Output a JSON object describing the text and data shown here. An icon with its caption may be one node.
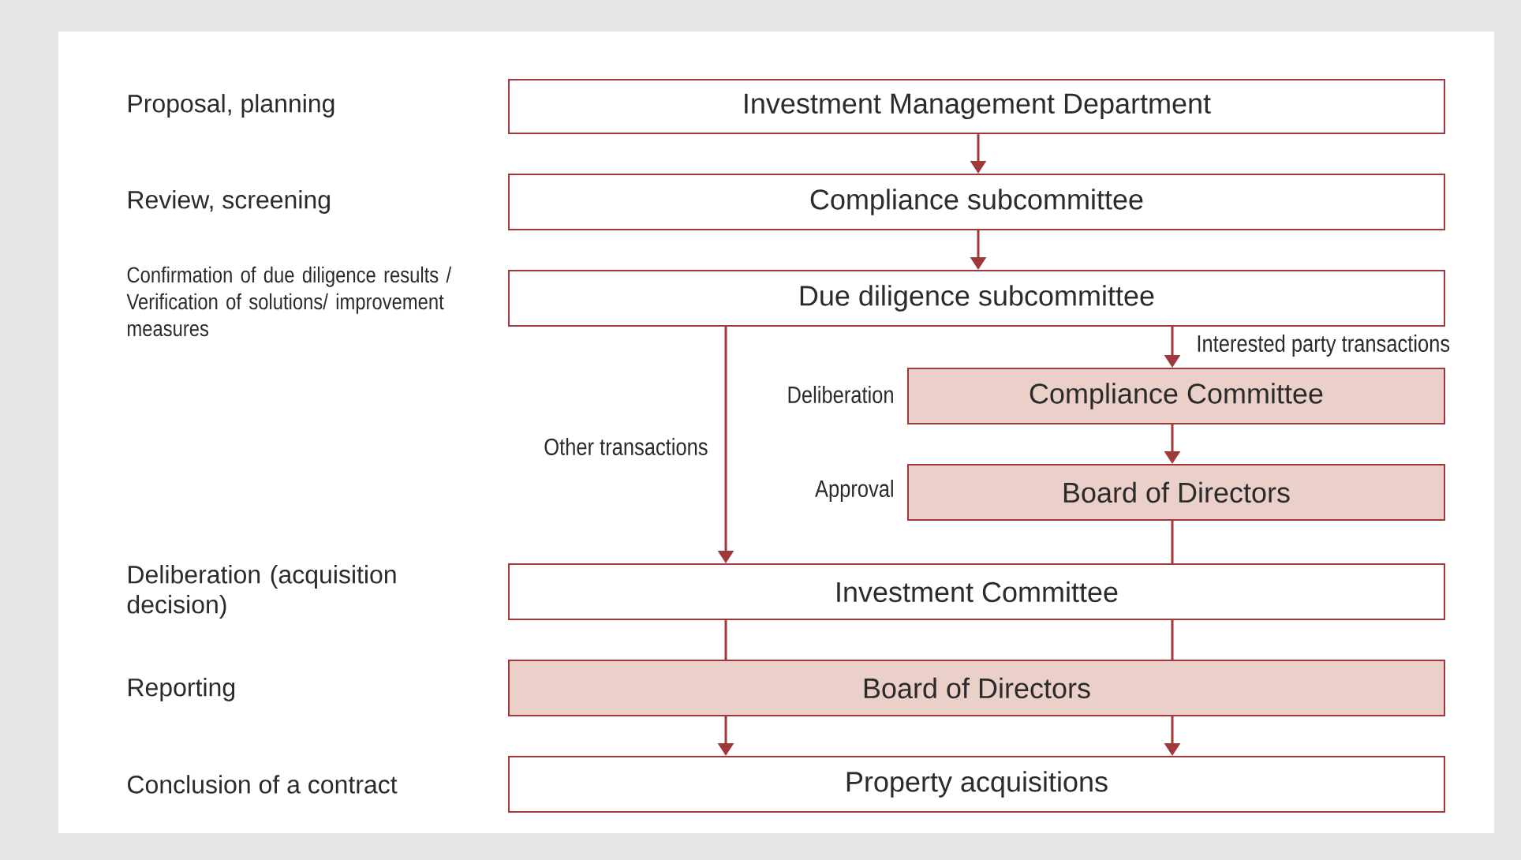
{
  "diagram": {
    "nodes": [
      {
        "text": [
          "Investment Management Department"
        ]
      },
      {
        "text": [
          "Compliance subcommittee"
        ]
      },
      {
        "text": [
          "Due diligence subcommittee"
        ]
      },
      {
        "text": [
          "Compliance Committee"
        ],
        "beside": [
          "Deliberation"
        ]
      },
      {
        "text": [
          "Board of Directors"
        ],
        "beside": [
          "Approval"
        ]
      },
      {
        "text": [
          "Investment Committee"
        ]
      },
      {
        "text": [
          "Board of Directors"
        ]
      },
      {
        "text": [
          "Property acquisitions"
        ]
      }
    ],
    "edges": [
      {
        "from": 0,
        "to": 1,
        "arrow": "to"
      },
      {
        "from": 1,
        "to": 2,
        "arrow": "to"
      },
      {
        "from": 2,
        "to": 5,
        "arrow": "to",
        "label": "Other transactions"
      },
      {
        "from": 2,
        "to": 3,
        "arrow": "to",
        "label": "Interested party transactions"
      },
      {
        "from": 3,
        "to": 4,
        "arrow": "to"
      },
      {
        "from": 4,
        "to": 5,
        "arrow": "none"
      },
      {
        "from": 5,
        "to": 6,
        "arrow": "none"
      },
      {
        "from": 5,
        "to": 6,
        "arrow": "none"
      },
      {
        "from": 6,
        "to": 7,
        "arrow": "to"
      },
      {
        "from": 6,
        "to": 7,
        "arrow": "to"
      }
    ],
    "labels": [
      "Proposal, planning",
      "Review, screening",
      "Confirmation of due diligence results / Verification of solutions/ improvement measures",
      "Deliberation (acquisition decision)",
      "Reporting",
      "Conclusion of a contract"
    ]
  }
}
